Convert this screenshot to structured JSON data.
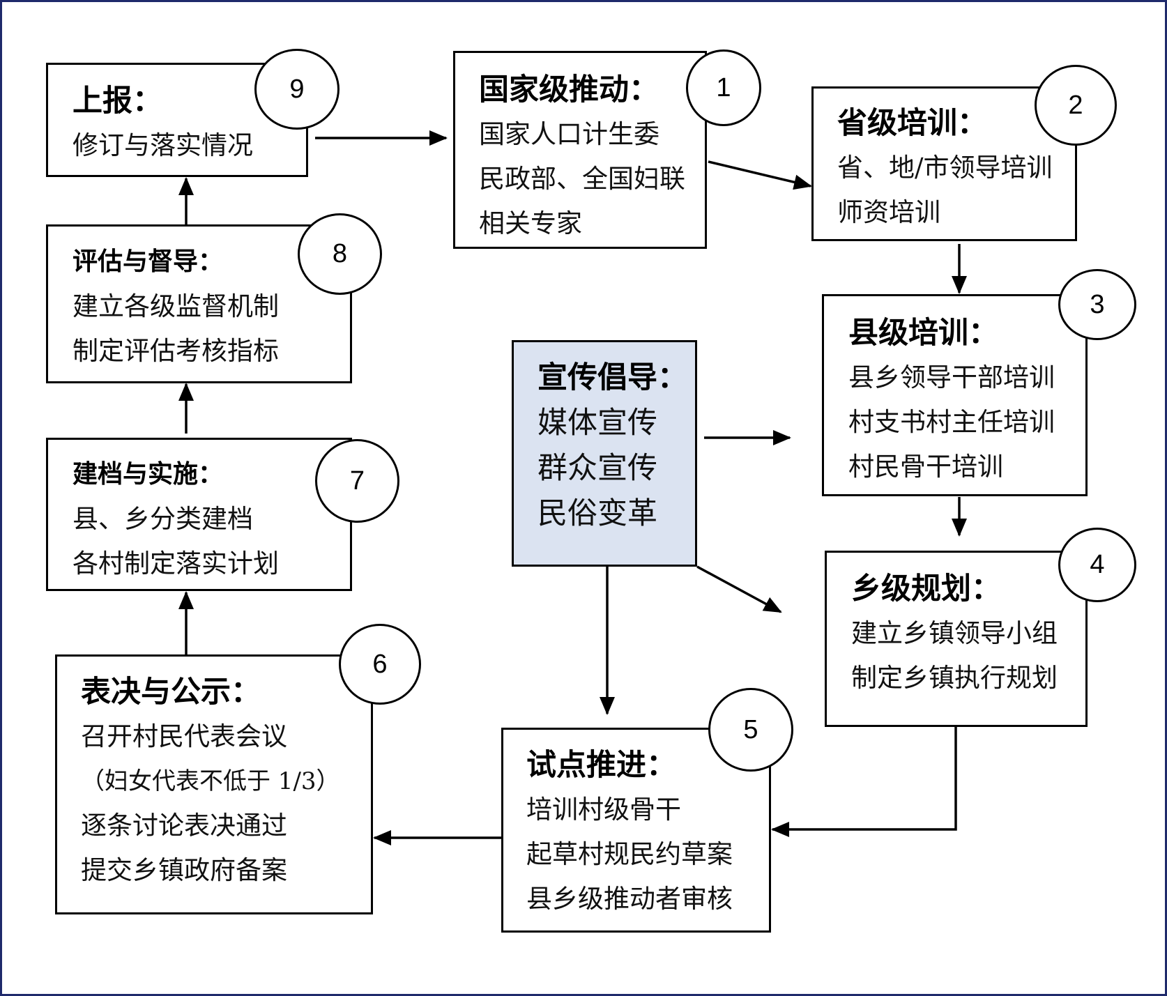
{
  "nodes": {
    "n1": {
      "number": "1",
      "title": "国家级推动：",
      "lines": [
        "国家人口计生委",
        "民政部、全国妇联",
        "相关专家"
      ]
    },
    "n2": {
      "number": "2",
      "title": "省级培训：",
      "lines": [
        "省、地/市领导培训",
        "师资培训"
      ]
    },
    "n3": {
      "number": "3",
      "title": "县级培训：",
      "lines": [
        "县乡领导干部培训",
        "村支书村主任培训",
        "村民骨干培训"
      ]
    },
    "n4": {
      "number": "4",
      "title": "乡级规划：",
      "lines": [
        "建立乡镇领导小组",
        "制定乡镇执行规划"
      ]
    },
    "n5": {
      "number": "5",
      "title": "试点推进：",
      "lines": [
        "培训村级骨干",
        "起草村规民约草案",
        "县乡级推动者审核"
      ]
    },
    "n6": {
      "number": "6",
      "title": "表决与公示：",
      "lines": [
        "召开村民代表会议",
        "（妇女代表不低于 1/3）",
        "逐条讨论表决通过",
        "提交乡镇政府备案"
      ]
    },
    "n7": {
      "number": "7",
      "title": "建档与实施：",
      "lines": [
        "县、乡分类建档",
        "各村制定落实计划"
      ]
    },
    "n8": {
      "number": "8",
      "title": "评估与督导：",
      "lines": [
        "建立各级监督机制",
        "制定评估考核指标"
      ]
    },
    "n9": {
      "number": "9",
      "title": "上报：",
      "lines": [
        "修订与落实情况"
      ]
    }
  },
  "advocacy": {
    "title": "宣传倡导：",
    "lines": [
      "媒体宣传",
      "群众宣传",
      "民俗变革"
    ]
  },
  "colors": {
    "advocacy_fill": "#dbe3f1",
    "frame": "#1f2a6b",
    "line": "#000000"
  }
}
